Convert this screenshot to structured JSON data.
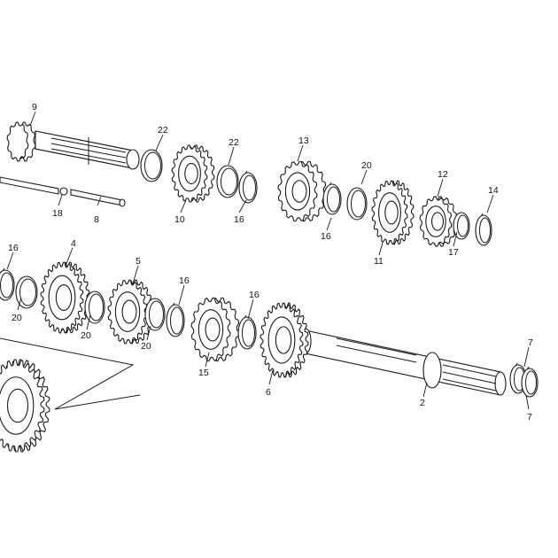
{
  "diagram": {
    "callouts": [
      {
        "id": "c9a",
        "label": "9"
      },
      {
        "id": "c22a",
        "label": "22"
      },
      {
        "id": "c22b",
        "label": "22"
      },
      {
        "id": "c13",
        "label": "13"
      },
      {
        "id": "c20a",
        "label": "20"
      },
      {
        "id": "c12",
        "label": "12"
      },
      {
        "id": "c14",
        "label": "14"
      },
      {
        "id": "c10",
        "label": "10"
      },
      {
        "id": "c16a",
        "label": "16"
      },
      {
        "id": "c16b",
        "label": "16"
      },
      {
        "id": "c11",
        "label": "11"
      },
      {
        "id": "c17",
        "label": "17"
      },
      {
        "id": "c18",
        "label": "18"
      },
      {
        "id": "c8",
        "label": "8"
      },
      {
        "id": "c16c",
        "label": "16"
      },
      {
        "id": "c4",
        "label": "4"
      },
      {
        "id": "c5",
        "label": "5"
      },
      {
        "id": "c16d",
        "label": "16"
      },
      {
        "id": "c16e",
        "label": "16"
      },
      {
        "id": "c20b",
        "label": "20"
      },
      {
        "id": "c20c",
        "label": "20"
      },
      {
        "id": "c20d",
        "label": "20"
      },
      {
        "id": "c15",
        "label": "15"
      },
      {
        "id": "c6",
        "label": "6"
      },
      {
        "id": "c2",
        "label": "2"
      },
      {
        "id": "c7a",
        "label": "7"
      },
      {
        "id": "c7b",
        "label": "7"
      }
    ]
  }
}
